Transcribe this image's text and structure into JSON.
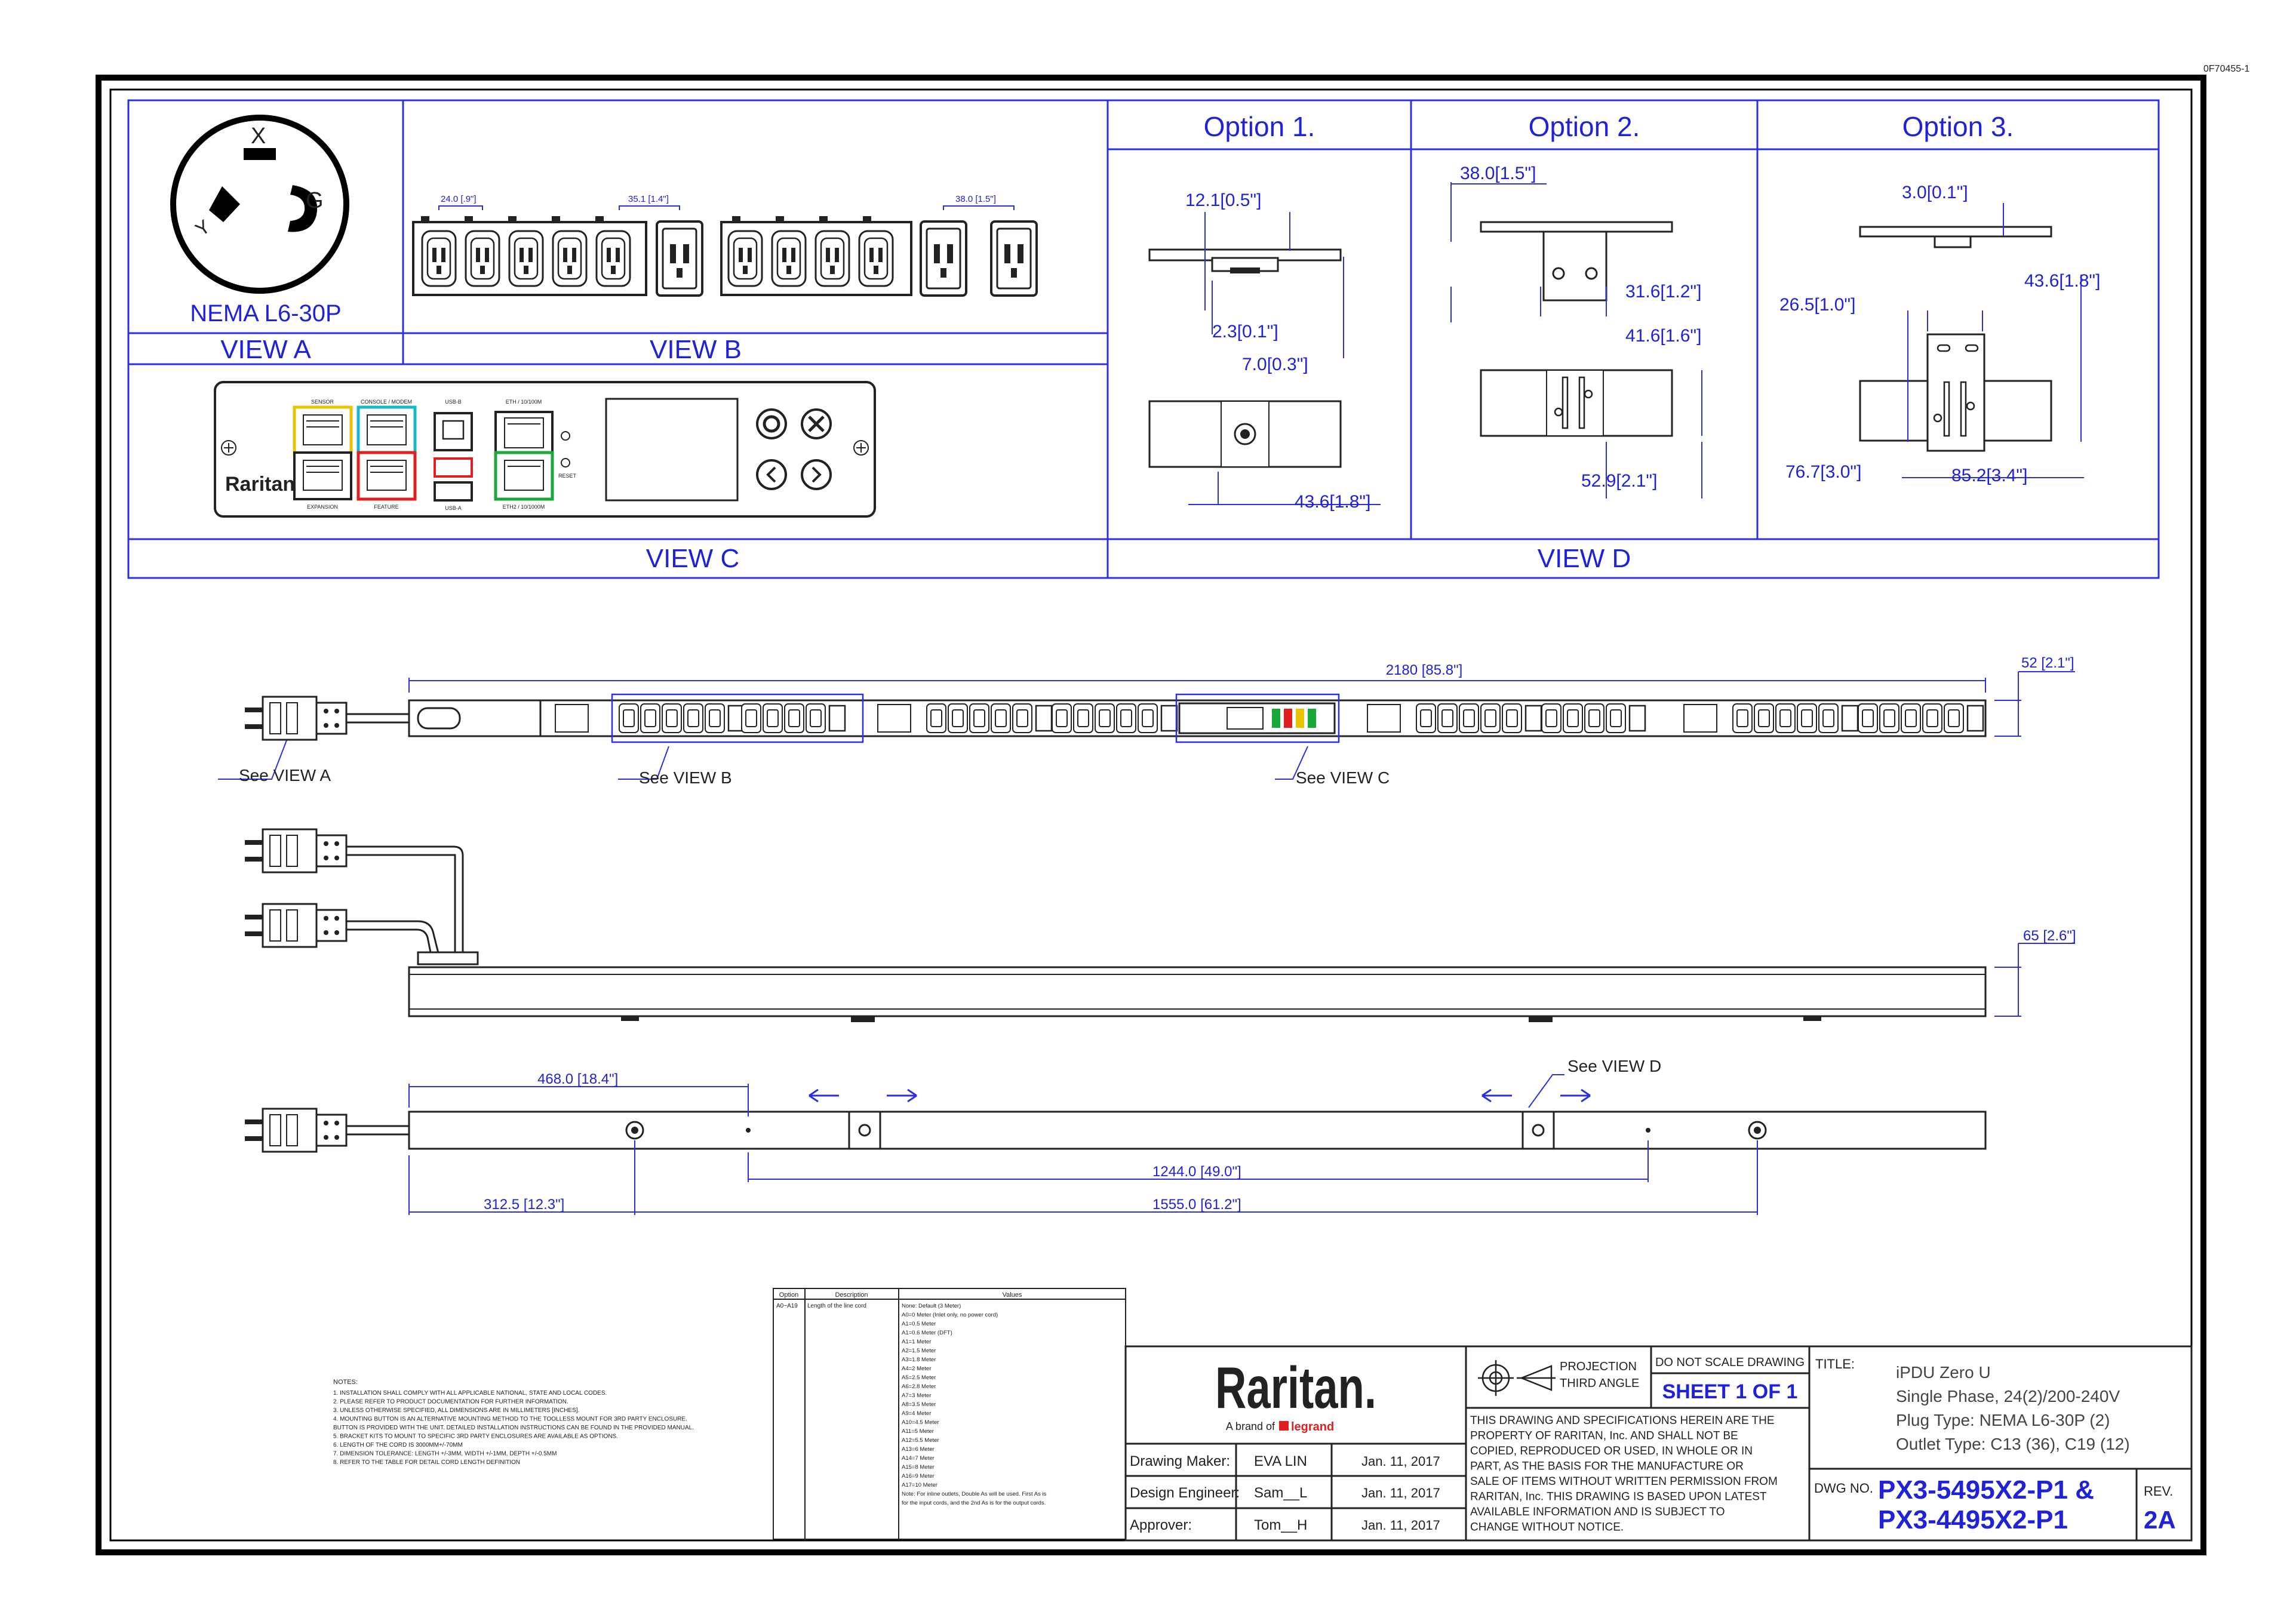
{
  "doc_id": "0F70455-1",
  "views": {
    "view_a": {
      "label": "VIEW A",
      "plug_name": "NEMA L6-30P",
      "pins": {
        "x": "X",
        "y": "Y",
        "g": "G"
      }
    },
    "view_b": {
      "label": "VIEW B",
      "dims": [
        "24.0 [.9\"]",
        "35.1 [1.4\"]",
        "38.0 [1.5\"]"
      ]
    },
    "view_c": {
      "label": "VIEW C",
      "brand": "Raritan",
      "ports": {
        "sensor": "SENSOR",
        "console": "CONSOLE / MODEM",
        "usb_b": "USB-B",
        "eth": "ETH / 10/100M",
        "expansion": "EXPANSION",
        "feature": "FEATURE",
        "usb_a": "USB-A",
        "reset": "RESET",
        "eth2": "ETH2 / 10/1000M"
      }
    },
    "view_d": {
      "label": "VIEW D"
    }
  },
  "options": [
    {
      "title": "Option 1.",
      "dims": [
        "12.1[0.5\"]",
        "2.3[0.1\"]",
        "7.0[0.3\"]",
        "43.6[1.8\"]"
      ]
    },
    {
      "title": "Option  2.",
      "dims": [
        "38.0[1.5\"]",
        "31.6[1.2\"]",
        "41.6[1.6\"]",
        "52.9[2.1\"]"
      ]
    },
    {
      "title": "Option 3.",
      "dims": [
        "3.0[0.1\"]",
        "43.6[1.8\"]",
        "26.5[1.0\"]",
        "76.7[3.0\"]",
        "85.2[3.4\"]"
      ]
    }
  ],
  "main": {
    "length": "2180 [85.8\"]",
    "width_front": "52 [2.1\"]",
    "width_side": "65 [2.6\"]",
    "callouts": {
      "see_a": "See VIEW A",
      "see_b": "See VIEW B",
      "see_c": "See VIEW C",
      "see_d": "See VIEW D"
    },
    "rear_dims": [
      "468.0 [18.4\"]",
      "1244.0 [49.0\"]",
      "312.5 [12.3\"]",
      "1555.0 [61.2\"]"
    ]
  },
  "notes": {
    "title": "NOTES:",
    "lines": [
      "1. INSTALLATION SHALL COMPLY WITH ALL APPLICABLE NATIONAL, STATE AND LOCAL CODES.",
      "2. PLEASE REFER TO PRODUCT DOCUMENTATION FOR FURTHER INFORMATION.",
      "3. UNLESS OTHERWISE SPECIFIED, ALL DIMENSIONS ARE IN MILLIMETERS [INCHES].",
      "4. MOUNTING BUTTON IS AN ALTERNATIVE MOUNTING METHOD TO THE TOOLLESS MOUNT FOR 3RD PARTY ENCLOSURE.",
      "   BUTTON IS PROVIDED WITH THE UNIT. DETAILED INSTALLATION INSTRUCTIONS CAN BE FOUND IN THE PROVIDED MANUAL.",
      "5. BRACKET KITS TO MOUNT TO SPECIFIC 3RD PARTY ENCLOSURES ARE AVAILABLE AS OPTIONS.",
      "6. LENGTH OF THE CORD IS 3000MM+/-70MM",
      "7. DIMENSION TOLERANCE: LENGTH +/-3MM, WIDTH +/-1MM, DEPTH +/-0.5MM",
      "8. REFER TO THE TABLE FOR DETAIL CORD LENGTH DEFINITION"
    ]
  },
  "option_table": {
    "headers": [
      "Option",
      "Description",
      "Values"
    ],
    "option": "A0~A19",
    "description": "Length of the line cord",
    "values": [
      "None: Default (3 Meter)",
      "A0=0 Meter (Inlet only, no power cord)",
      "A1=0.5 Meter",
      "A1=0.6 Meter (DFT)",
      "A1=1 Meter",
      "A2=1.5 Meter",
      "A3=1.8 Meter",
      "A4=2 Meter",
      "A5=2.5 Meter",
      "A6=2.8 Meter",
      "A7=3 Meter",
      "A8=3.5 Meter",
      "A9=4 Meter",
      "A10=4.5 Meter",
      "A11=5 Meter",
      "A12=5.5 Meter",
      "A13=6 Meter",
      "A14=7 Meter",
      "A15=8 Meter",
      "A16=9 Meter",
      "A17=10 Meter",
      "Note: For inline outlets, Double As will be used. First As is",
      "for the input cords, and the 2nd As is for the output cords."
    ]
  },
  "title_block": {
    "brand": "Raritan.",
    "tagline": "A brand of",
    "legrand": "legrand",
    "rows": [
      {
        "role": "Drawing Maker:",
        "name": "EVA LIN",
        "date": "Jan. 11, 2017"
      },
      {
        "role": "Design Engineer:",
        "name": "Sam__L",
        "date": "Jan. 11, 2017"
      },
      {
        "role": "Approver:",
        "name": "Tom__H",
        "date": "Jan. 11, 2017"
      }
    ],
    "projection_1": "PROJECTION",
    "projection_2": "THIRD ANGLE",
    "no_scale": "DO NOT SCALE DRAWING",
    "sheet": "SHEET 1 OF 1",
    "disclaimer": [
      "THIS DRAWING AND SPECIFICATIONS HEREIN ARE THE",
      "PROPERTY OF RARITAN, Inc. AND SHALL NOT BE",
      "COPIED, REPRODUCED OR USED, IN WHOLE OR IN",
      "PART, AS THE BASIS FOR THE MANUFACTURE OR",
      "SALE OF ITEMS WITHOUT WRITTEN PERMISSION FROM",
      "RARITAN, Inc. THIS DRAWING IS BASED UPON LATEST",
      "AVAILABLE INFORMATION AND IS SUBJECT TO",
      "CHANGE WITHOUT NOTICE."
    ],
    "title_label": "TITLE:",
    "title_lines": [
      "iPDU Zero U",
      "Single Phase, 24(2)/200-240V",
      "Plug Type: NEMA L6-30P (2)",
      "Outlet Type: C13 (36), C19 (12)"
    ],
    "dwg_label": "DWG NO.",
    "dwg_no_1": "PX3-5495X2-P1 &",
    "dwg_no_2": "PX3-4495X2-P1",
    "rev_label": "REV.",
    "rev": "2A"
  }
}
